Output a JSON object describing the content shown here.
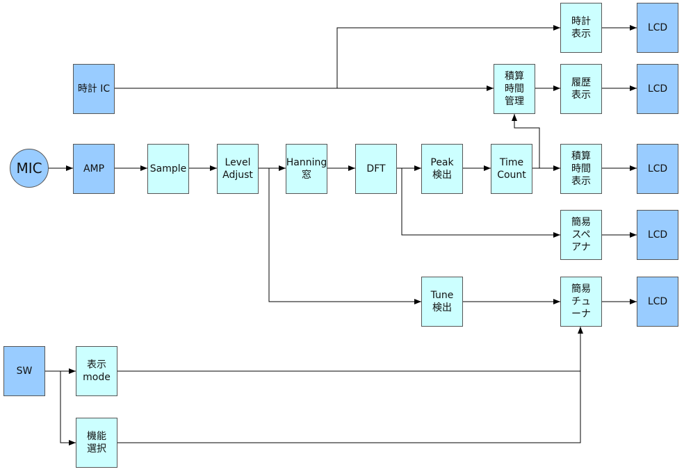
{
  "nodes": {
    "mic": {
      "lines": [
        "MIC"
      ],
      "fill": "#99ccff"
    },
    "amp": {
      "lines": [
        "AMP"
      ],
      "fill": "#99ccff"
    },
    "sample": {
      "lines": [
        "Sample"
      ],
      "fill": "#ccffff"
    },
    "level": {
      "lines": [
        "Level",
        "Adjust"
      ],
      "fill": "#ccffff"
    },
    "hanning": {
      "lines": [
        "Hanning",
        "窓"
      ],
      "fill": "#ccffff"
    },
    "dft": {
      "lines": [
        "DFT"
      ],
      "fill": "#ccffff"
    },
    "peak": {
      "lines": [
        "Peak",
        "検出"
      ],
      "fill": "#ccffff"
    },
    "timecount": {
      "lines": [
        "Time",
        "Count"
      ],
      "fill": "#ccffff"
    },
    "clock_ic": {
      "lines": [
        "時計 IC"
      ],
      "fill": "#99ccff"
    },
    "clock_disp": {
      "lines": [
        "時計",
        "表示"
      ],
      "fill": "#ccffff"
    },
    "accum_mgmt": {
      "lines": [
        "積算",
        "時間",
        "管理"
      ],
      "fill": "#ccffff"
    },
    "history": {
      "lines": [
        "履歴",
        "表示"
      ],
      "fill": "#ccffff"
    },
    "accum_disp": {
      "lines": [
        "積算",
        "時間",
        "表示"
      ],
      "fill": "#ccffff"
    },
    "spectrum": {
      "lines": [
        "簡易",
        "スペ",
        "アナ"
      ],
      "fill": "#ccffff"
    },
    "tune": {
      "lines": [
        "Tune",
        "検出"
      ],
      "fill": "#ccffff"
    },
    "tuner": {
      "lines": [
        "簡易",
        "チュ",
        "ーナ"
      ],
      "fill": "#ccffff"
    },
    "sw": {
      "lines": [
        "SW"
      ],
      "fill": "#99ccff"
    },
    "disp_mode": {
      "lines": [
        "表示",
        "mode"
      ],
      "fill": "#ccffff"
    },
    "func_select": {
      "lines": [
        "機能",
        "選択"
      ],
      "fill": "#ccffff"
    },
    "lcd1": {
      "lines": [
        "LCD"
      ],
      "fill": "#99ccff"
    },
    "lcd2": {
      "lines": [
        "LCD"
      ],
      "fill": "#99ccff"
    },
    "lcd3": {
      "lines": [
        "LCD"
      ],
      "fill": "#99ccff"
    },
    "lcd4": {
      "lines": [
        "LCD"
      ],
      "fill": "#99ccff"
    },
    "lcd5": {
      "lines": [
        "LCD"
      ],
      "fill": "#99ccff"
    }
  },
  "edges": [
    {
      "from": "mic",
      "to": "amp"
    },
    {
      "from": "amp",
      "to": "sample"
    },
    {
      "from": "sample",
      "to": "level"
    },
    {
      "from": "level",
      "to": "hanning"
    },
    {
      "from": "hanning",
      "to": "dft"
    },
    {
      "from": "dft",
      "to": "peak"
    },
    {
      "from": "peak",
      "to": "timecount"
    },
    {
      "from": "timecount",
      "to": "accum_disp"
    },
    {
      "from": "timecount",
      "to": "accum_mgmt"
    },
    {
      "from": "clock_ic",
      "to": "accum_mgmt"
    },
    {
      "from": "clock_ic",
      "to": "clock_disp"
    },
    {
      "from": "accum_mgmt",
      "to": "history"
    },
    {
      "from": "dft",
      "to": "spectrum"
    },
    {
      "from": "level",
      "to": "tune"
    },
    {
      "from": "tune",
      "to": "tuner"
    },
    {
      "from": "sw",
      "to": "disp_mode"
    },
    {
      "from": "sw",
      "to": "func_select"
    },
    {
      "from": "disp_mode",
      "to": "tuner"
    },
    {
      "from": "func_select",
      "to": "tuner"
    },
    {
      "from": "clock_disp",
      "to": "lcd1"
    },
    {
      "from": "history",
      "to": "lcd2"
    },
    {
      "from": "accum_disp",
      "to": "lcd3"
    },
    {
      "from": "spectrum",
      "to": "lcd4"
    },
    {
      "from": "tuner",
      "to": "lcd5"
    }
  ]
}
